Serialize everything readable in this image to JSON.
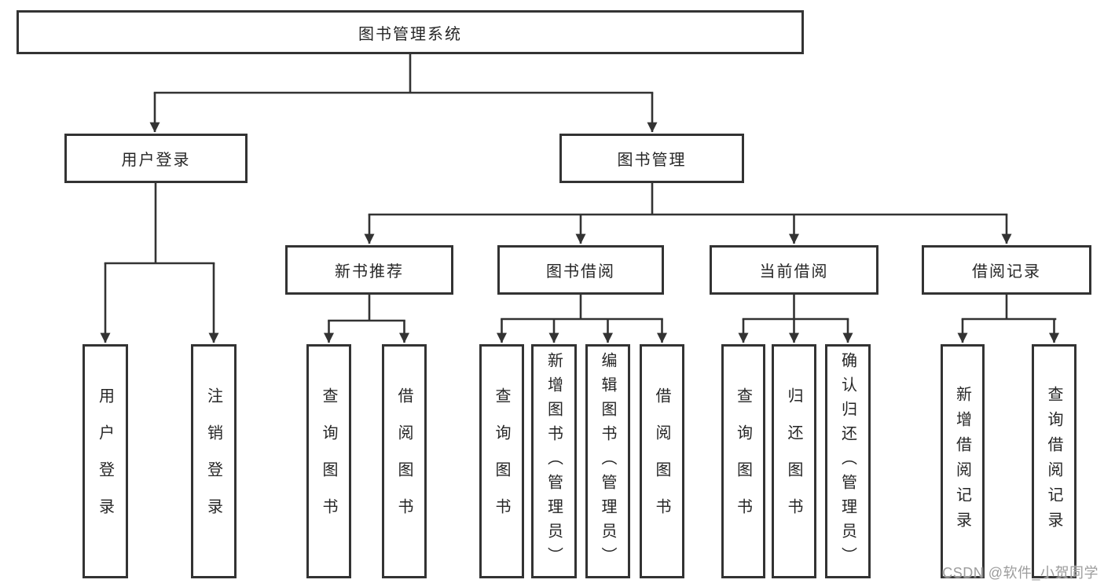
{
  "diagram": {
    "title": "图书管理系统",
    "watermark": "CSDN @软件_小贺同学",
    "colors": {
      "line": "#333333",
      "box_border": "#333333",
      "box_fill": "#ffffff",
      "text": "#262626",
      "watermark": "#9c9c9c",
      "background": "#ffffff"
    },
    "level2": {
      "user_login": "用户登录",
      "book_mgmt": "图书管理"
    },
    "level3": {
      "new_books": "新书推荐",
      "book_borrow": "图书借阅",
      "current_borrow": "当前借阅",
      "borrow_records": "借阅记录"
    },
    "leaves": {
      "user_login": "用户登录",
      "logout": "注销登录",
      "rec_query_books": "查询图书",
      "rec_borrow_books": "借阅图书",
      "bb_query_books": "查询图书",
      "bb_add_books": "新增图书（管理员）",
      "bb_edit_books": "编辑图书（管理员）",
      "bb_borrow_books": "借阅图书",
      "cb_query_books": "查询图书",
      "cb_return_books": "归还图书",
      "cb_confirm_return": "确认归还（管理员）",
      "br_add_record": "新增借阅记录",
      "br_query_record": "查询借阅记录"
    }
  }
}
